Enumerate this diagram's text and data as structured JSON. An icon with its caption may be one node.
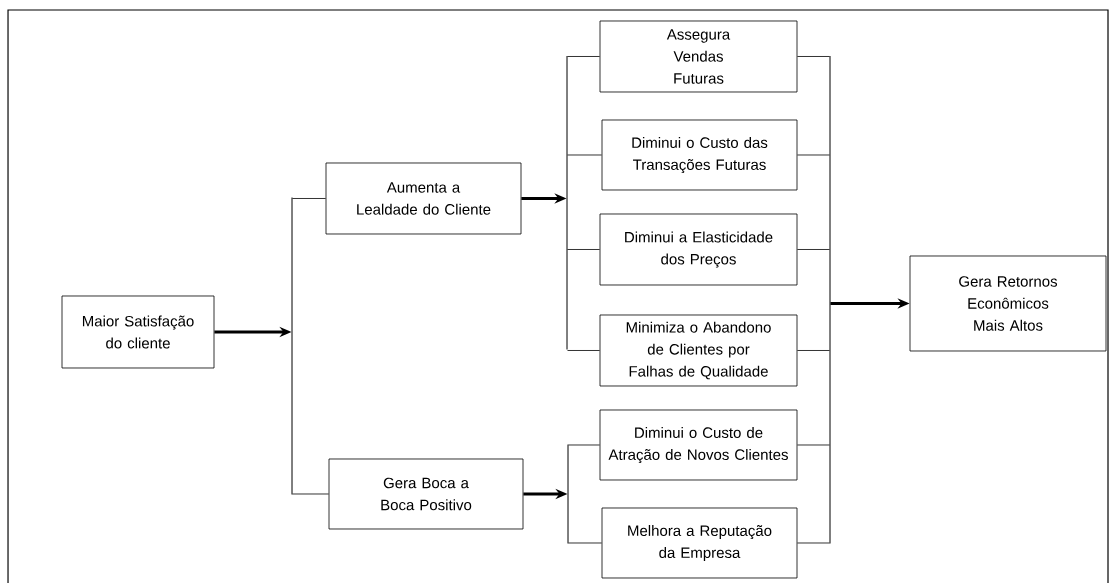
{
  "diagram": {
    "nodes": [
      {
        "text": [
          "Maior Satisfação do cliente"
        ]
      },
      {
        "text": [
          "Aumenta a Lealdade do Cliente"
        ]
      },
      {
        "text": [
          "Gera Boca a Boca Positivo"
        ]
      },
      {
        "text": [
          "Assegura Vendas Futuras"
        ]
      },
      {
        "text": [
          "Diminui o Custo das Transações Futuras"
        ]
      },
      {
        "text": [
          "Diminui a Elasticidade dos Preços"
        ]
      },
      {
        "text": [
          "Minimiza o Abandono de Clientes por Falhas de Qualidade"
        ]
      },
      {
        "text": [
          "Diminui o Custo de Atração de Novos Clientes"
        ]
      },
      {
        "text": [
          "Melhora a Reputação da Empresa"
        ]
      },
      {
        "text": [
          "Gera Retornos Econômicos Mais Altos"
        ]
      },
      {
        "text": [],
        "shape": "bar"
      },
      {
        "text": [],
        "shape": "bar"
      },
      {
        "text": [],
        "shape": "bar"
      },
      {
        "text": [],
        "shape": "bar"
      }
    ],
    "edges": [
      {
        "from": 0,
        "to": 10,
        "arrow": "to",
        "style": "thick"
      },
      {
        "from": 10,
        "to": 1,
        "arrow": "none"
      },
      {
        "from": 10,
        "to": 2,
        "arrow": "none"
      },
      {
        "from": 1,
        "to": 11,
        "arrow": "to",
        "style": "thick"
      },
      {
        "from": 11,
        "to": 3,
        "arrow": "none"
      },
      {
        "from": 11,
        "to": 4,
        "arrow": "none"
      },
      {
        "from": 11,
        "to": 5,
        "arrow": "none"
      },
      {
        "from": 11,
        "to": 6,
        "arrow": "none"
      },
      {
        "from": 2,
        "to": 12,
        "arrow": "to",
        "style": "thick"
      },
      {
        "from": 12,
        "to": 7,
        "arrow": "none"
      },
      {
        "from": 12,
        "to": 8,
        "arrow": "none"
      },
      {
        "from": 3,
        "to": 13,
        "arrow": "none"
      },
      {
        "from": 4,
        "to": 13,
        "arrow": "none"
      },
      {
        "from": 5,
        "to": 13,
        "arrow": "none"
      },
      {
        "from": 6,
        "to": 13,
        "arrow": "none"
      },
      {
        "from": 7,
        "to": 13,
        "arrow": "none"
      },
      {
        "from": 8,
        "to": 13,
        "arrow": "none"
      },
      {
        "from": 13,
        "to": 9,
        "arrow": "to",
        "style": "thick"
      }
    ]
  }
}
